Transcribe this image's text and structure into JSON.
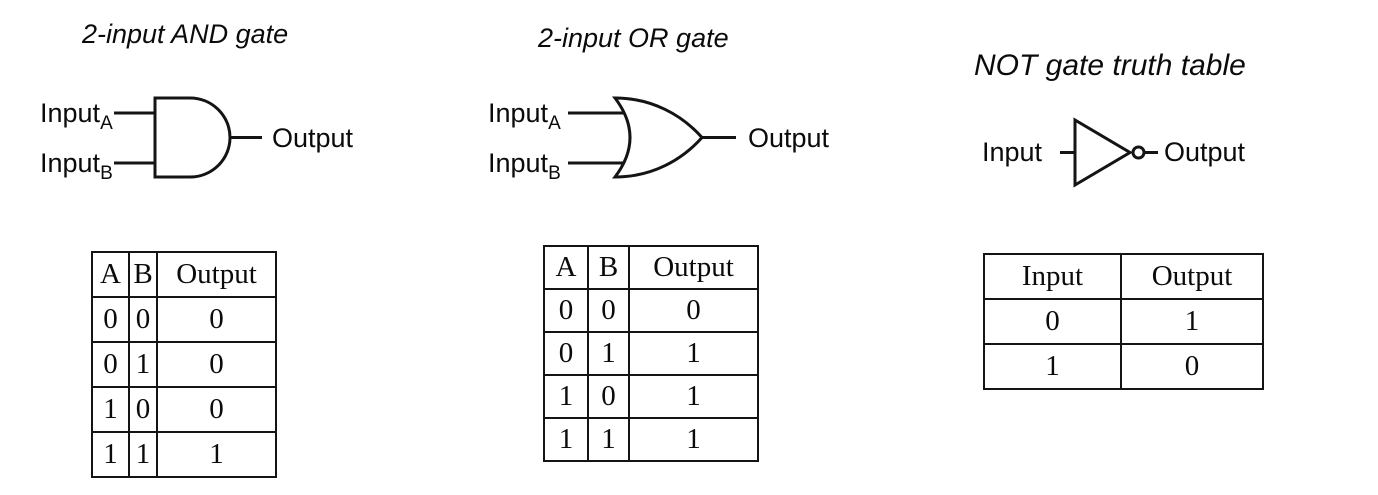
{
  "sections": {
    "and": {
      "title": "2-input AND gate",
      "gate_type": "AND",
      "labels": {
        "input": "Input",
        "sub_a": "A",
        "sub_b": "B",
        "output": "Output"
      },
      "table": {
        "headers": [
          "A",
          "B",
          "Output"
        ],
        "rows": [
          [
            "0",
            "0",
            "0"
          ],
          [
            "0",
            "1",
            "0"
          ],
          [
            "1",
            "0",
            "0"
          ],
          [
            "1",
            "1",
            "1"
          ]
        ]
      }
    },
    "or": {
      "title": "2-input OR gate",
      "gate_type": "OR",
      "labels": {
        "input": "Input",
        "sub_a": "A",
        "sub_b": "B",
        "output": "Output"
      },
      "table": {
        "headers": [
          "A",
          "B",
          "Output"
        ],
        "rows": [
          [
            "0",
            "0",
            "0"
          ],
          [
            "0",
            "1",
            "1"
          ],
          [
            "1",
            "0",
            "1"
          ],
          [
            "1",
            "1",
            "1"
          ]
        ]
      }
    },
    "not": {
      "title": "NOT gate truth table",
      "gate_type": "NOT",
      "labels": {
        "input": "Input",
        "output": "Output"
      },
      "table": {
        "headers": [
          "Input",
          "Output"
        ],
        "rows": [
          [
            "0",
            "1"
          ],
          [
            "1",
            "0"
          ]
        ]
      }
    }
  },
  "colors": {
    "ink": "#141414",
    "background": "#ffffff"
  }
}
